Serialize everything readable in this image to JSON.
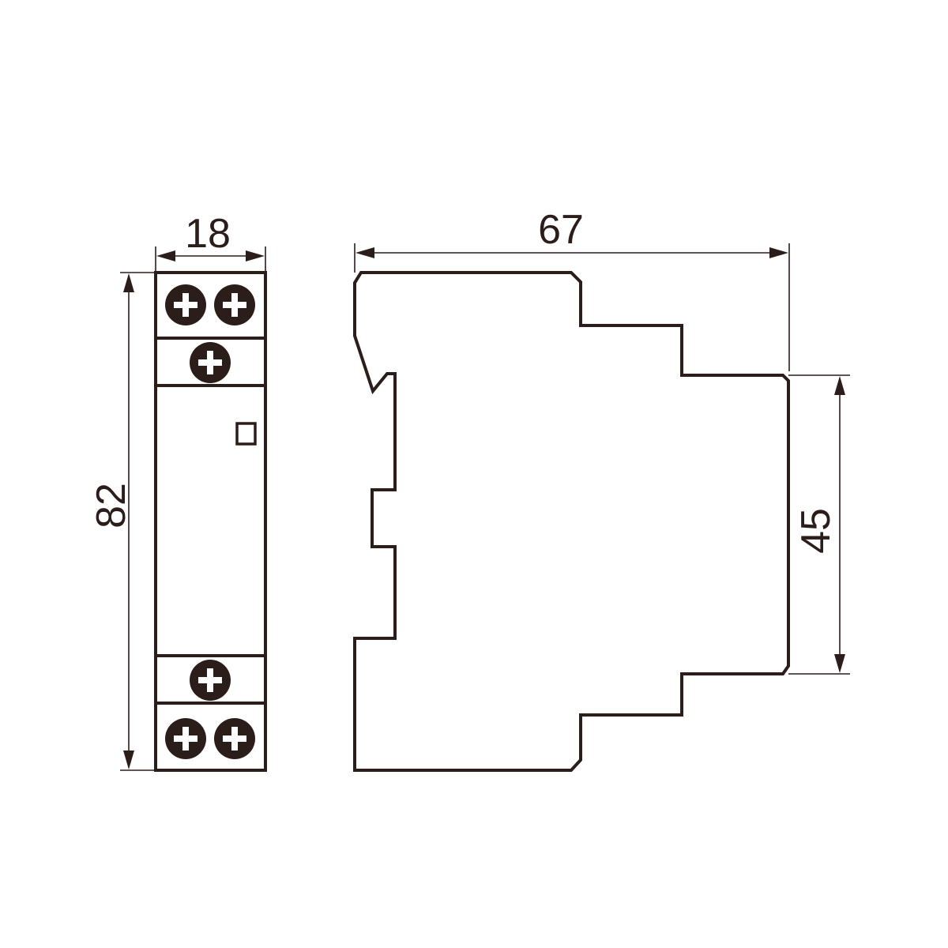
{
  "dimensions": {
    "width_front": "18",
    "height_front": "82",
    "depth_side": "67",
    "rail_height_side": "45"
  },
  "colors": {
    "line": "#2b1d1a",
    "background": "#ffffff"
  }
}
